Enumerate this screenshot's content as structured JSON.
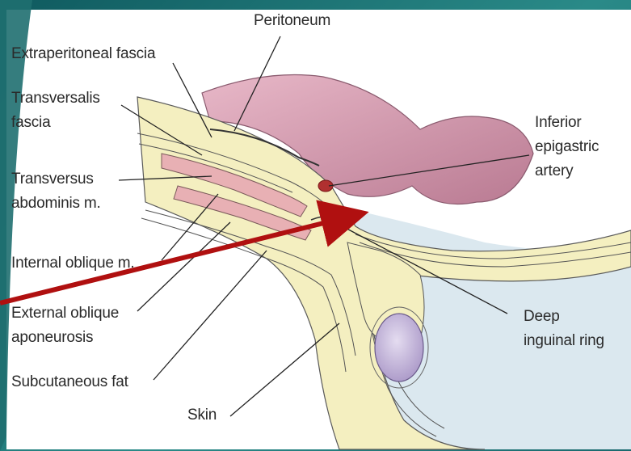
{
  "labels": {
    "peritoneum": "Peritoneum",
    "extraperitoneal_fascia": "Extraperitoneal fascia",
    "transversalis_fascia_1": "Transversalis",
    "transversalis_fascia_2": "fascia",
    "transversus_1": "Transversus",
    "transversus_2": "abdominis m.",
    "internal_oblique": "Internal oblique m.",
    "external_oblique_1": "External oblique",
    "external_oblique_2": "aponeurosis",
    "subcutaneous_fat": "Subcutaneous fat",
    "skin": "Skin",
    "inferior_epigastric_1": "Inferior",
    "inferior_epigastric_2": "epigastric",
    "inferior_epigastric_3": "artery",
    "deep_ring_1": "Deep",
    "deep_ring_2": "inguinal ring"
  },
  "colors": {
    "slide_background": "#1f6b6b",
    "diagram_background": "#ffffff",
    "subcutaneous_fat": "#f4efc0",
    "muscle": "#e8b0b4",
    "peritoneum": "#d89aac",
    "deep_fat": "#d9e6ee",
    "testis": "#c9b9dc",
    "annotation_arrow": "#b01010"
  }
}
